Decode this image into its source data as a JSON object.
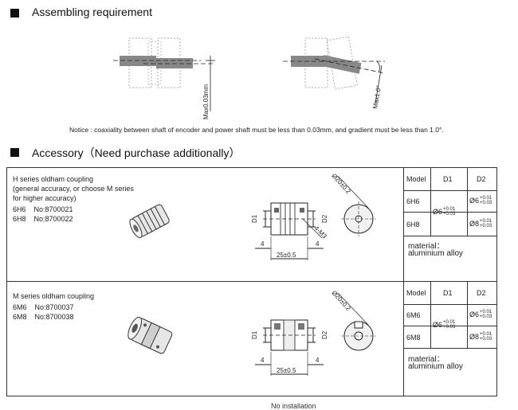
{
  "assembling": {
    "title": "Assembling requirement",
    "dim_parallel": "Max0.03mm",
    "dim_angle": "Max1.0°",
    "notice": "Notice : coaxiality between shaft of encoder and power shaft must be less than 0.03mm, and gradient must be less than 1.0°."
  },
  "accessory": {
    "title": "Accessory（Need purchase additionally）",
    "h_series": {
      "lines": [
        "H series oldham coupling",
        "(general accuracy, or choose M series",
        "for higher accuracy)"
      ],
      "items": [
        "6H6    No:8700021",
        "6H8    No:8700022"
      ],
      "dims": {
        "dia": "Ø20±0.2",
        "d1": "D1",
        "d2": "D2",
        "screw": "4-M3",
        "left": "4",
        "right": "4",
        "length": "25±0.5"
      },
      "table": {
        "headers": [
          "Model",
          "D1",
          "D2"
        ],
        "rows": [
          {
            "model": "6H6",
            "d2": "Ø6"
          },
          {
            "model": "6H8",
            "d2": "Ø8"
          }
        ],
        "d1": "Ø6",
        "tol_upper": "+0.01",
        "tol_lower": "+0.03",
        "material_label": "material：",
        "material_value": "aluminium alloy"
      }
    },
    "m_series": {
      "lines": [
        "M series oldham coupling"
      ],
      "items": [
        "6M6    No:8700037",
        "6M8    No:8700038"
      ],
      "dims": {
        "dia": "Ø20±0.2",
        "d1": "D1",
        "d2": "D2",
        "left": "4",
        "right": "4",
        "length": "25±0.5"
      },
      "table": {
        "headers": [
          "Model",
          "D1",
          "D2"
        ],
        "rows": [
          {
            "model": "6M6",
            "d2": "Ø6"
          },
          {
            "model": "6M8",
            "d2": "Ø8"
          }
        ],
        "d1": "Ø6",
        "tol_upper": "+0.01",
        "tol_lower": "+0.03",
        "material_label": "material：",
        "material_value": "aluminium alloy"
      }
    }
  },
  "footer_fragment": "No installation"
}
